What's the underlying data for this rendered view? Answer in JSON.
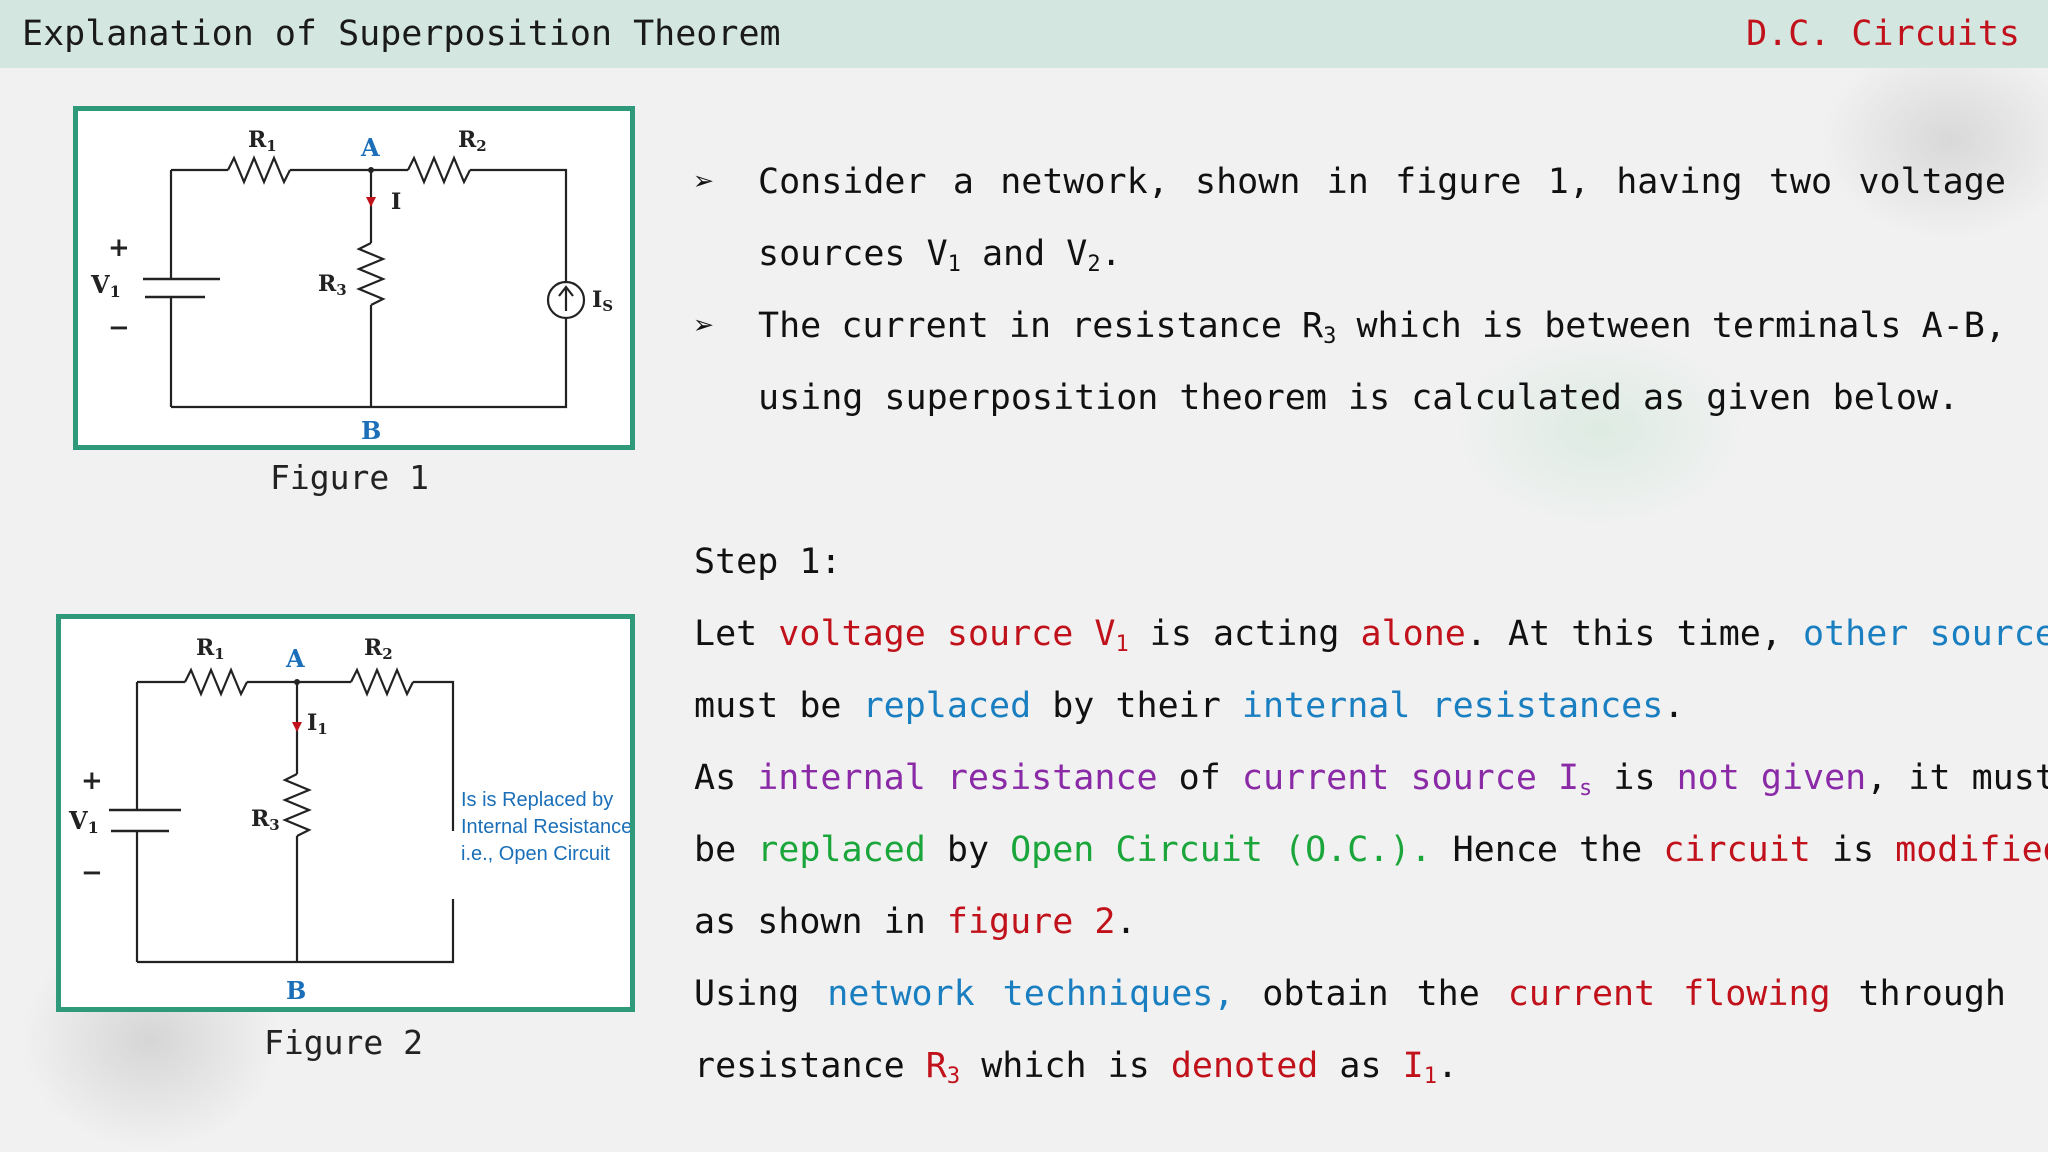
{
  "header": {
    "title": "Explanation of Superposition Theorem",
    "topic": "D.C. Circuits"
  },
  "figure1": {
    "caption": "Figure 1",
    "labels": {
      "r1": "R",
      "r1_sub": "1",
      "r2": "R",
      "r2_sub": "2",
      "r3": "R",
      "r3_sub": "3",
      "v1": "V",
      "v1_sub": "1",
      "is": "I",
      "is_sub": "S",
      "node_a": "A",
      "node_b": "B",
      "current": "I",
      "plus": "+",
      "minus": "−"
    }
  },
  "figure2": {
    "caption": "Figure 2",
    "labels": {
      "r1": "R",
      "r1_sub": "1",
      "r2": "R",
      "r2_sub": "2",
      "r3": "R",
      "r3_sub": "3",
      "v1": "V",
      "v1_sub": "1",
      "node_a": "A",
      "node_b": "B",
      "current": "I",
      "current_sub": "1",
      "plus": "+",
      "minus": "−"
    },
    "note_lines": [
      "Is is Replaced by",
      "Internal Resistance",
      "i.e., Open Circuit"
    ]
  },
  "bullets": {
    "arrow": "➢",
    "b1_line1": [
      "Consider",
      "a",
      "network,",
      "shown",
      "in",
      "figure",
      "1,",
      "having",
      "two",
      "voltage"
    ],
    "b1_line2": {
      "t1": "sources V",
      "s1": "1",
      "t2": " and V",
      "s2": "2",
      "t3": "."
    },
    "b2_line1": {
      "w1": "The",
      "w2": "current",
      "w3": "in",
      "w4": "resistance",
      "w5a": "R",
      "w5s": "3",
      "w6": "which",
      "w7": "is",
      "w8": "between",
      "w9": "terminals",
      "w10": "A-B,"
    },
    "b2_line2": "using superposition theorem is calculated as given below."
  },
  "step1": {
    "heading": "Step 1:",
    "l1": {
      "t1": "Let ",
      "t2": "voltage source V",
      "s2": "1",
      "t3": " is acting ",
      "t4": "alone",
      "t5": ". At this time, ",
      "t6": "other sources"
    },
    "l2": {
      "t1": "must be ",
      "t2": "replaced",
      "t3": " by their ",
      "t4": "internal resistances",
      "t5": "."
    },
    "l3": {
      "t1": "As ",
      "t2": "internal resistance",
      "t3": " of ",
      "t4": "current source I",
      "s4": "s",
      "t5": " is ",
      "t6": "not given",
      "t7": ", it must"
    },
    "l4": {
      "t1": "be ",
      "t2": "replaced",
      "t3": " by ",
      "t4": "Open Circuit (O.C.).",
      "t5": " Hence the ",
      "t6": "circuit",
      "t7": " is ",
      "t8": "modified"
    },
    "l5": {
      "t1": "as shown in ",
      "t2": "figure 2",
      "t3": "."
    },
    "l6": {
      "w1": "Using",
      "w2": "network",
      "w3": "techniques,",
      "w4": "obtain",
      "w5": "the",
      "w6": "current",
      "w7": "flowing",
      "w8": "through"
    },
    "l7": {
      "t1": "resistance ",
      "t2": "R",
      "s2": "3",
      "t3": " which is ",
      "t4": "denoted",
      "t5": " as ",
      "t6": "I",
      "s6": "1",
      "t7": "."
    }
  },
  "colors": {
    "header_bg": "#d3e6e0",
    "topic": "#c1121c",
    "frame": "#2f9a7a",
    "node_label": "#1a6fb8",
    "current_arrow": "#c1121c",
    "red": "#c1121c",
    "blue": "#1a7fc1",
    "purple": "#8a2aa6",
    "green": "#1aa63a"
  }
}
